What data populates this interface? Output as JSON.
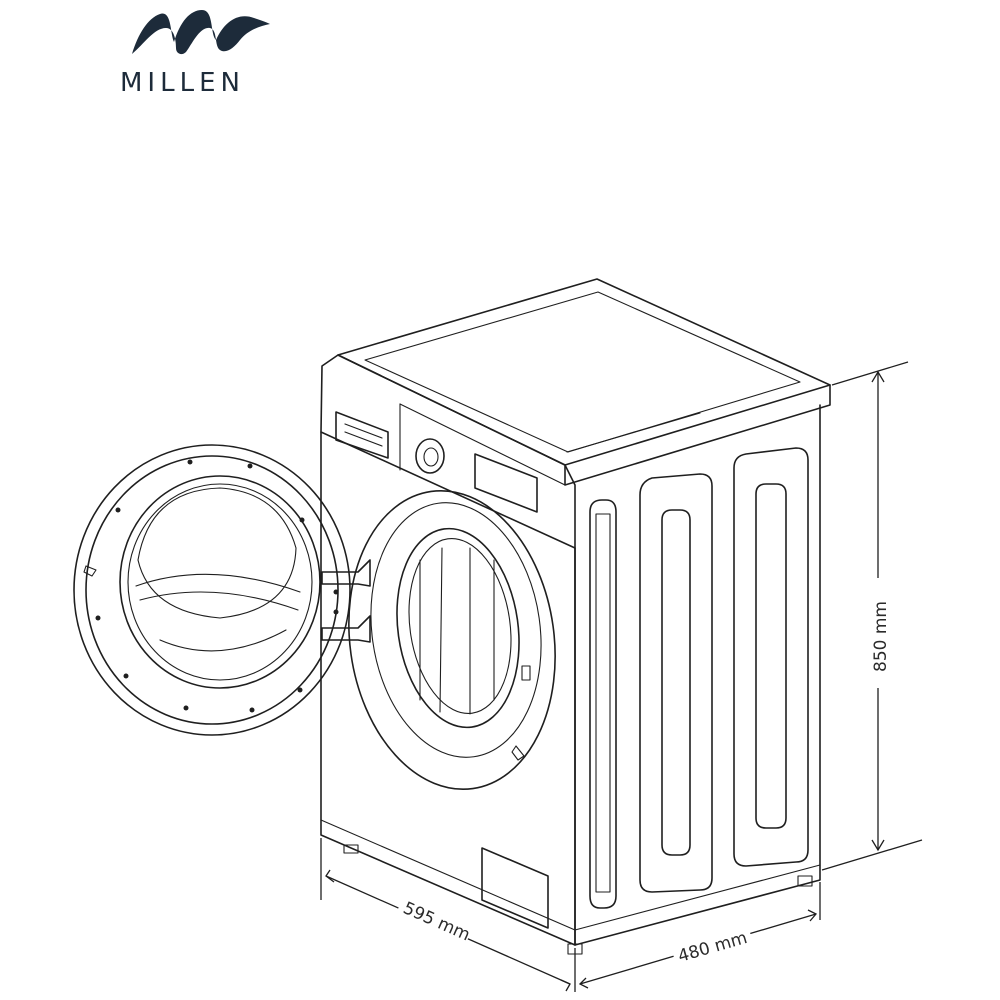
{
  "brand": {
    "name": "MILLEN",
    "logo_icon": "stylized-m-wave-logo",
    "color": "#1d2b3a"
  },
  "product": {
    "icon": "front-load-washing-machine-line-drawing"
  },
  "dimensions": {
    "height": "850 mm",
    "width": "595 mm",
    "depth": "480 mm"
  },
  "colors": {
    "line": "#1f1f1f",
    "background": "#ffffff"
  }
}
